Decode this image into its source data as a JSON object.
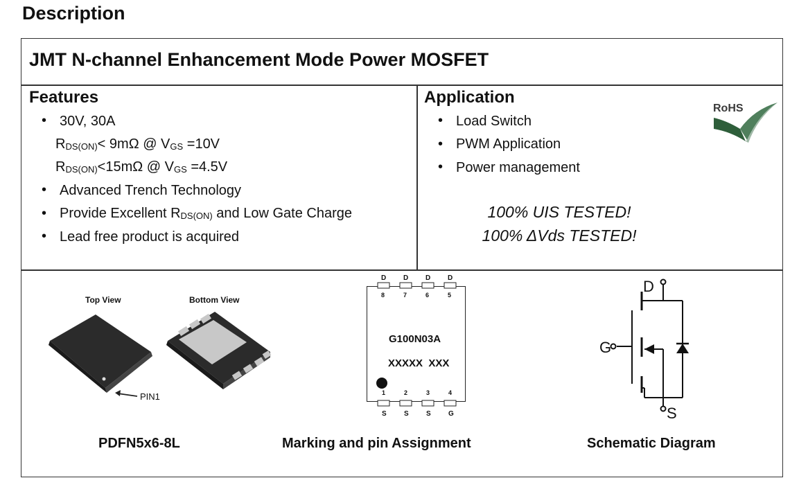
{
  "section_title": "Description",
  "doc_title": "JMT N-channel Enhancement Mode Power MOSFET",
  "features": {
    "heading": "Features",
    "item1": "30V, 30A",
    "rds1": {
      "r": "R",
      "sub": "DS(ON)",
      "mid": "< 9mΩ @ V",
      "sub2": "GS",
      "end": " =10V"
    },
    "rds2": {
      "r": "R",
      "sub": "DS(ON)",
      "mid": "<15mΩ @ V",
      "sub2": "GS",
      "end": " =4.5V"
    },
    "item2": "Advanced Trench Technology",
    "item3": {
      "pre": "Provide Excellent R",
      "sub": "DS(ON)",
      "post": " and Low Gate Charge"
    },
    "item4": "Lead free product is acquired"
  },
  "application": {
    "heading": "Application",
    "items": [
      "Load Switch",
      "PWM Application",
      "Power management"
    ],
    "tested1": "100% UIS TESTED!",
    "tested2": "100% ΔVds TESTED!",
    "rohs": "RoHS"
  },
  "package": {
    "top_view": "Top View",
    "bottom_view": "Bottom View",
    "pin1": "PIN1",
    "label": "PDFN5x6-8L"
  },
  "marking": {
    "top_pins": [
      "D",
      "D",
      "D",
      "D"
    ],
    "top_nums": [
      "8",
      "7",
      "6",
      "5"
    ],
    "code1": "G100N03A",
    "code2": "XXXXX  XXX",
    "bottom_nums": [
      "1",
      "2",
      "3",
      "4"
    ],
    "bottom_pins": [
      "S",
      "S",
      "S",
      "G"
    ],
    "label": "Marking and pin Assignment"
  },
  "schematic": {
    "drain": "D",
    "gate": "G",
    "source": "S",
    "label": "Schematic Diagram"
  },
  "colors": {
    "rohs_green": "#2e5e3a",
    "chip_dark": "#2b2b2b",
    "pad_gray": "#c8c8c8"
  }
}
